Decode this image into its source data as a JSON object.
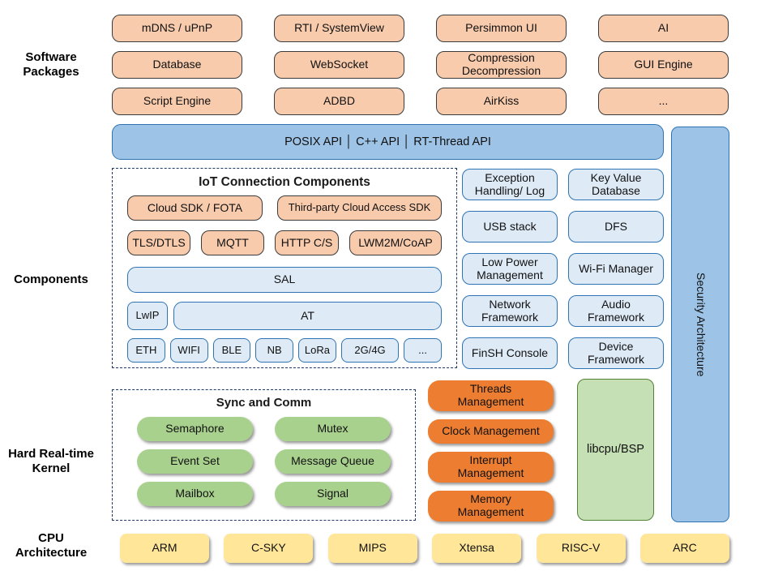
{
  "colors": {
    "peach_fill": "#F8CBAD",
    "blue_fill": "#9DC3E6",
    "light_blue_fill": "#DEEBF7",
    "blue_border": "#2E74B5",
    "dashed_border": "#1F3864",
    "green_fill": "#A9D18E",
    "light_green_fill": "#C5E0B4",
    "light_green_border": "#538135",
    "orange_fill": "#ED7D31",
    "yellow_fill": "#FFE699"
  },
  "side_labels": {
    "software_packages": "Software Packages",
    "components": "Components",
    "kernel": "Hard Real-time Kernel",
    "cpu": "CPU Architecture"
  },
  "packages": {
    "items": [
      "mDNS / uPnP",
      "RTI / SystemView",
      "Persimmon UI",
      "AI",
      "Database",
      "WebSocket",
      "Compression Decompression",
      "GUI Engine",
      "Script Engine",
      "ADBD",
      "AirKiss",
      "..."
    ]
  },
  "api_bar": {
    "label": "POSIX API │ C++ API │ RT-Thread API"
  },
  "security": {
    "label": "Security Architecture"
  },
  "iot": {
    "title": "IoT Connection Components",
    "cloud_row": [
      "Cloud SDK / FOTA",
      "Third-party Cloud Access SDK"
    ],
    "protocol_row": [
      "TLS/DTLS",
      "MQTT",
      "HTTP C/S",
      "LWM2M/CoAP"
    ],
    "sal": "SAL",
    "lwip": "LwIP",
    "at": "AT",
    "links": [
      "ETH",
      "WIFI",
      "BLE",
      "NB",
      "LoRa",
      "2G/4G",
      "..."
    ]
  },
  "components": {
    "items": [
      "Exception Handling/ Log",
      "Key Value Database",
      "USB stack",
      "DFS",
      "Low Power Management",
      "Wi-Fi Manager",
      "Network Framework",
      "Audio Framework",
      "FinSH Console",
      "Device Framework"
    ]
  },
  "kernel": {
    "title": "Sync and Comm",
    "sync_items": [
      "Semaphore",
      "Mutex",
      "Event Set",
      "Message Queue",
      "Mailbox",
      "Signal"
    ],
    "management": [
      "Threads\nManagement",
      "Clock Management",
      "Interrupt\nManagement",
      "Memory\nManagement"
    ],
    "libcpu": "libcpu/BSP"
  },
  "cpu": {
    "items": [
      "ARM",
      "C-SKY",
      "MIPS",
      "Xtensa",
      "RISC-V",
      "ARC"
    ]
  }
}
